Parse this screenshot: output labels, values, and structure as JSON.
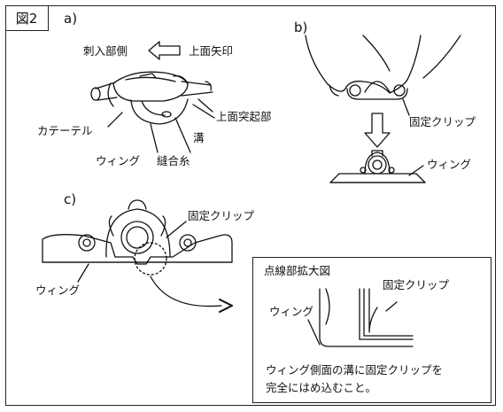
{
  "figure_label": "図2",
  "panel_a": {
    "letter": "a)",
    "insertion_side": "刺入部側",
    "top_arrow_label": "上面矢印",
    "top_protrusion": "上面突起部",
    "catheter": "カテーテル",
    "groove": "溝",
    "wing": "ウィング",
    "suture": "縫合糸"
  },
  "panel_b": {
    "letter": "b)",
    "fixing_clip": "固定クリップ",
    "wing": "ウィング"
  },
  "panel_c": {
    "letter": "c)",
    "fixing_clip": "固定クリップ",
    "wing": "ウィング"
  },
  "zoom": {
    "title": "点線部拡大図",
    "fixing_clip": "固定クリップ",
    "wing": "ウィング",
    "instruction_line1": "ウィング側面の溝に固定クリップを",
    "instruction_line2": "完全にはめ込むこと。"
  }
}
